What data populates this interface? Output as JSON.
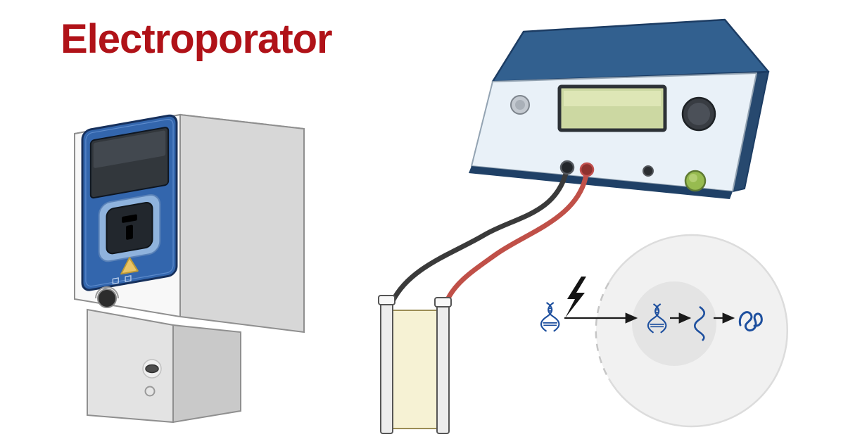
{
  "title": "Electroporator",
  "colors": {
    "title": "#b01218",
    "background": "#ffffff",
    "device_panel_blue": "#3366ad",
    "power_supply_top": "#32608f",
    "power_supply_front": "#e9f1f8",
    "lcd_screen": "#ccd8a2",
    "cable_black": "#3a3a3a",
    "cable_red": "#c05048",
    "cuvette_body": "#f6f2d4",
    "cell_body": "#f1f1f1",
    "nucleus": "#e4e4e4",
    "dna_blue": "#1d4f9e",
    "green_button": "#97bb50",
    "warning_triangle": "#eac567"
  },
  "icons": {
    "lightning_bolt": "electric-pulse zigzag bolt",
    "dna_helix_outside_cell": "blue DNA double helix",
    "dna_helix_in_nucleus": "blue DNA double helix",
    "mrna_strand": "blue wavy mRNA strand",
    "protein_blob": "blue coiled protein scribble",
    "warning_triangle": "yellow caution triangle on device panel",
    "control_knob": "dark rotary knob on power supply",
    "green_start_button": "round green pulse button"
  }
}
